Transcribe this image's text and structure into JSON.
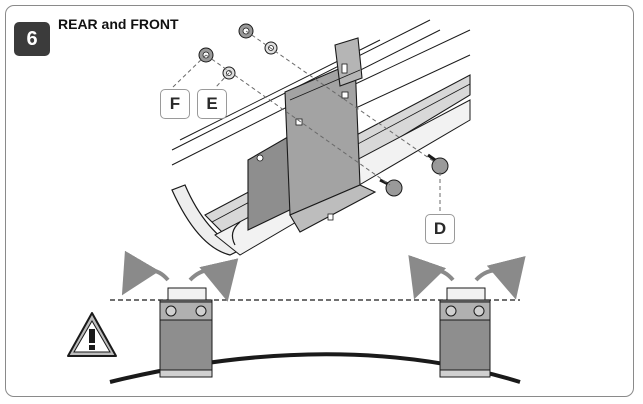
{
  "step": {
    "number": "6",
    "title": "REAR and FRONT"
  },
  "callouts": {
    "f": "F",
    "e": "E",
    "d": "D"
  },
  "colors": {
    "badge": "#3b3b3b",
    "metal": "#9a9a9a",
    "line": "#1a1a1a"
  },
  "icons": {
    "warning": "warning-triangle-icon",
    "arrows": "curved-arrow-icon"
  }
}
